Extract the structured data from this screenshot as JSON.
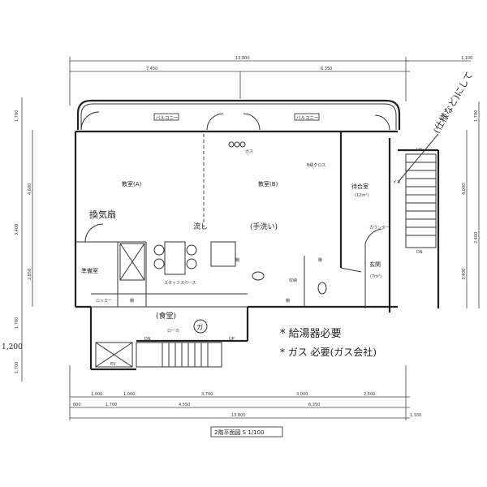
{
  "title": "2階平面図 S 1/100",
  "dims": {
    "top_total": "13,800",
    "top_left": "7,450",
    "top_right": "6,350",
    "top_extra": "1,100",
    "bottom_row1": [
      "1,000",
      "1,000",
      "3,700",
      "3,000",
      "2,500"
    ],
    "bottom_row2": [
      "800",
      "1,700",
      "4,550",
      "6,350"
    ],
    "bottom_total": "13,800",
    "bottom_extra": "1,100",
    "left": [
      "1,700",
      "4,600",
      "3,400",
      "2,850",
      "1,700",
      "1,700"
    ],
    "right": [
      "1,700",
      "4,000",
      "2,400",
      "3,400"
    ]
  },
  "rooms": {
    "balcony_left": "バルコニー",
    "balcony_right": "バルコニー",
    "classroom_a": "教室(A)",
    "classroom_b": "教室(B)",
    "waiting_room": "待合室",
    "waiting_area": "(12m²)",
    "prep_room": "準備室",
    "locker": "ロッカー",
    "shelf1": "棚",
    "shelf2": "棚",
    "shelf3": "棚",
    "shelf4": "棚",
    "staff_space": "スタッフスペース",
    "storage": "収納",
    "entrance": "玄関",
    "entrance_area": "(7m²)",
    "counter": "カウンター",
    "chair": "イス",
    "corridor": "ローカ",
    "ev": "EV",
    "stair_up": "UP",
    "stair_dn": "DN",
    "stair2_up": "UP",
    "stair2_dn": "DN",
    "gas_label": "ガス",
    "cross_note": "B級クロス"
  },
  "notes": {
    "fan": "換気扇",
    "sink": "流し",
    "hand_wash": "(手洗い)",
    "kitchen": "(食堂)",
    "gas_mark": "ガ",
    "water_heater": "* 給湯器必要",
    "gas_required": "* ガス 必要(ガス会社)",
    "spec_note": "(仕様など)にして",
    "side_dim": "1,200"
  }
}
